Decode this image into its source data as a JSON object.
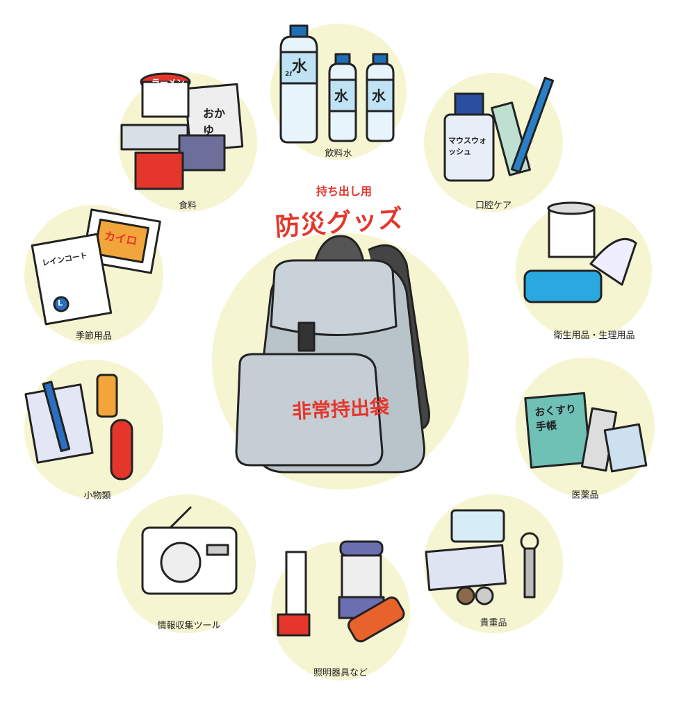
{
  "header": {
    "subtitle": "持ち出し用",
    "title": "防災グッズ"
  },
  "bag": {
    "label": "非常持出袋"
  },
  "categories": [
    {
      "label": "食料"
    },
    {
      "label": "飲料水"
    },
    {
      "label": "口腔ケア"
    },
    {
      "label": "衛生用品・生理用品"
    },
    {
      "label": "医薬品"
    },
    {
      "label": "貴重品"
    },
    {
      "label": "照明器具など"
    },
    {
      "label": "情報収集ツール"
    },
    {
      "label": "小物類"
    },
    {
      "label": "季節用品"
    }
  ],
  "item_text": {
    "ramen": "ラーメン",
    "okayu": "おかゆ",
    "water": "水",
    "water_size": "2ℓ",
    "mouthwash": "マウスウォッシュ",
    "raincoat": "レインコート",
    "raincoat_size": "L",
    "kairo": "カイロ",
    "medicine_book": "おくすり手帳"
  },
  "colors": {
    "circle": "#f6f5d2",
    "accent": "#e5362c",
    "bag": "#b9c3ca",
    "water": "#bfe3f5"
  }
}
